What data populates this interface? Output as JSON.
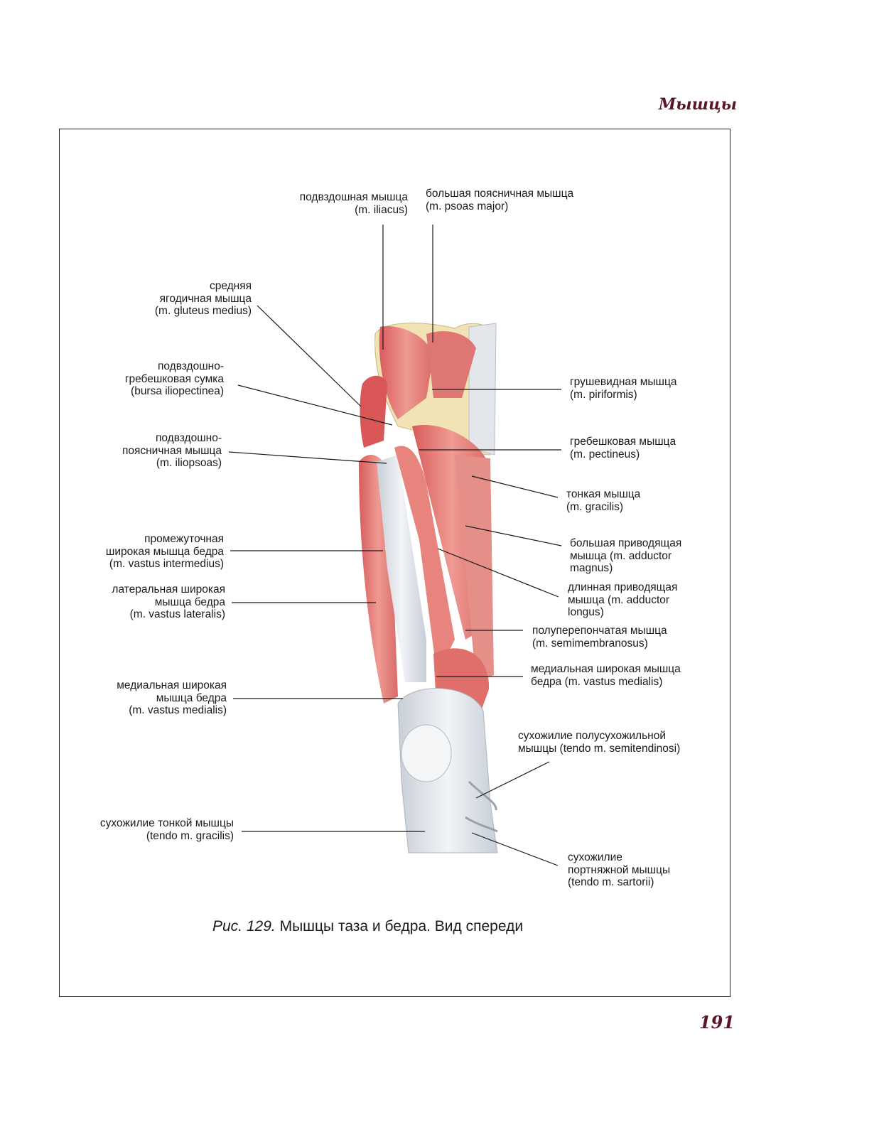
{
  "header": {
    "section": "Мышцы"
  },
  "figure": {
    "labels": [
      {
        "id": "iliacus",
        "lines": [
          "подвздошная мышца",
          "(m. iliacus)"
        ]
      },
      {
        "id": "psoas-major",
        "lines": [
          "большая поясничная мышца",
          "(m. psoas major)"
        ]
      },
      {
        "id": "gluteus-medius",
        "lines": [
          "средняя",
          "ягодичная мышца",
          "(m. gluteus medius)"
        ]
      },
      {
        "id": "bursa-iliopectinea",
        "lines": [
          "подвздошно-",
          "гребешковая сумка",
          "(bursa iliopectinea)"
        ]
      },
      {
        "id": "iliopsoas",
        "lines": [
          "подвздошно-",
          "поясничная мышца",
          "(m. iliopsoas)"
        ]
      },
      {
        "id": "vastus-intermedius",
        "lines": [
          "промежуточная",
          "широкая мышца бедра",
          "(m. vastus intermedius)"
        ]
      },
      {
        "id": "vastus-lateralis",
        "lines": [
          "латеральная широкая",
          "мышца бедра",
          "(m. vastus lateralis)"
        ]
      },
      {
        "id": "vastus-medialis-left",
        "lines": [
          "медиальная широкая",
          "мышца бедра",
          "(m. vastus medialis)"
        ]
      },
      {
        "id": "tendo-gracilis",
        "lines": [
          "сухожилие тонкой мышцы",
          "(tendo m. gracilis)"
        ]
      },
      {
        "id": "piriformis",
        "lines": [
          "грушевидная мышца",
          "(m. piriformis)"
        ]
      },
      {
        "id": "pectineus",
        "lines": [
          "гребешковая мышца",
          "(m. pectineus)"
        ]
      },
      {
        "id": "gracilis",
        "lines": [
          "тонкая мышца",
          "(m. gracilis)"
        ]
      },
      {
        "id": "adductor-magnus",
        "lines": [
          "большая приводящая",
          "мышца (m. adductor",
          "magnus)"
        ]
      },
      {
        "id": "adductor-longus",
        "lines": [
          "длинная приводящая",
          "мышца (m. adductor",
          "longus)"
        ]
      },
      {
        "id": "semimembranosus",
        "lines": [
          "полуперепончатая мышца",
          "(m. semimembranosus)"
        ]
      },
      {
        "id": "vastus-medialis-right",
        "lines": [
          "медиальная широкая мышца",
          "бедра (m. vastus medialis)"
        ]
      },
      {
        "id": "tendo-semitendinosi",
        "lines": [
          "сухожилие полусухожильной",
          "мышцы (tendo m. semitendinosi)"
        ]
      },
      {
        "id": "tendo-sartorii",
        "lines": [
          "сухожилие",
          "портняжной мышцы",
          "(tendo m. sartorii)"
        ]
      }
    ],
    "caption_number": "Рис. 129.",
    "caption_text": "Мышцы таза и бедра. Вид спереди"
  },
  "footer": {
    "page_number": "191"
  },
  "colors": {
    "muscle": "#e07a7a",
    "tendon": "#dfe3e8",
    "bone": "#f3e7b8",
    "accent": "#5a1624"
  }
}
